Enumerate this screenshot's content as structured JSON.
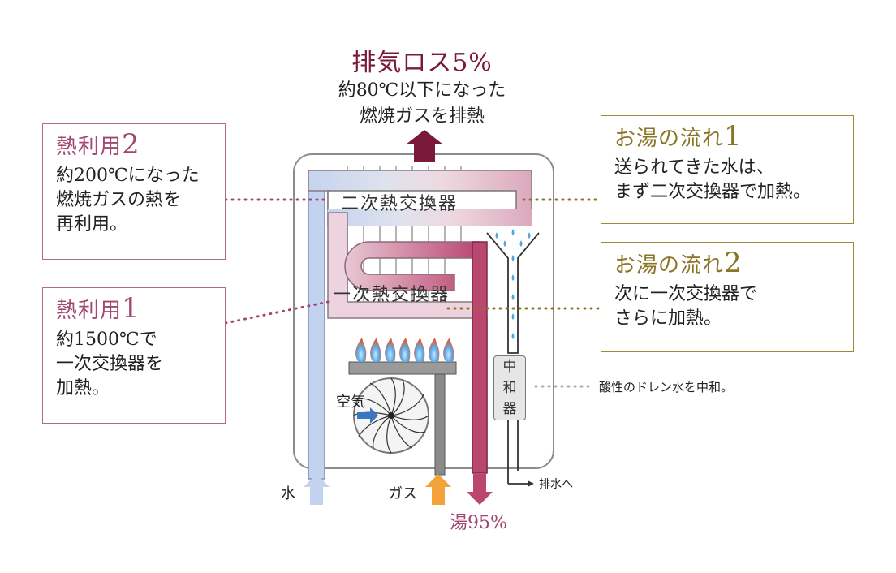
{
  "exhaust": {
    "title": "排気ロス5%",
    "body": "約80℃以下になった\n燃焼ガスを排熱"
  },
  "heat_use_2": {
    "title": "熱利用",
    "number": "2",
    "body": "約200℃になった\n燃焼ガスの熱を\n再利用。"
  },
  "heat_use_1": {
    "title": "熱利用",
    "number": "1",
    "body": "約1500℃で\n一次交換器を\n加熱。"
  },
  "flow_1": {
    "title": "お湯の流れ",
    "number": "1",
    "body": "送られてきた水は、\nまず二次交換器で加熱。"
  },
  "flow_2": {
    "title": "お湯の流れ",
    "number": "2",
    "body": "次に一次交換器で\nさらに加熱。"
  },
  "diagram": {
    "secondary_exchanger": "二次熱交換器",
    "primary_exchanger": "一次熱交換器",
    "air": "空気",
    "neutralizer": [
      "中",
      "和",
      "器"
    ],
    "neutralizer_note": "酸性のドレン水を中和。",
    "water_in": "水",
    "gas_in": "ガス",
    "hot_water_out": "湯95%",
    "drain_out": "排水へ"
  },
  "colors": {
    "heat_accent": "#a24870",
    "flow_accent": "#8a7425",
    "exhaust_accent": "#7a1a3a",
    "cold_pipe": "#b9c9e6",
    "hot_pipe": "#c06b8a",
    "gas_arrow": "#f3a33a"
  }
}
